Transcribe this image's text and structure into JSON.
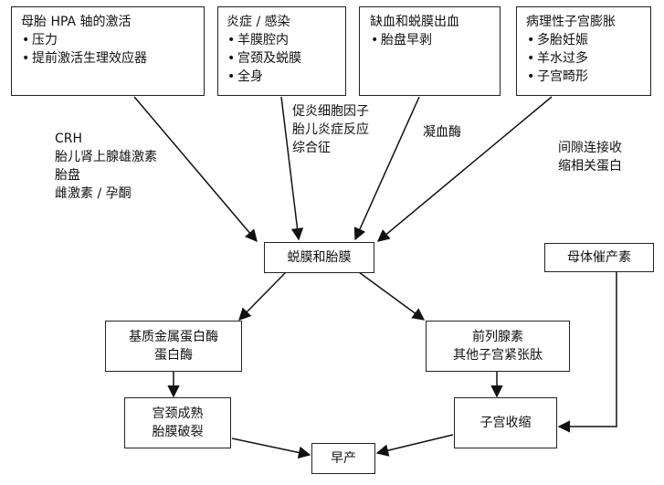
{
  "causes": [
    {
      "title": "母胎 HPA 轴的激活",
      "items": [
        "压力",
        "提前激活生理效应器"
      ]
    },
    {
      "title": "炎症 / 感染",
      "items": [
        "羊膜腔内",
        "宫颈及蜕膜",
        "全身"
      ]
    },
    {
      "title": "缺血和蜕膜出血",
      "items": [
        "胎盘早剥"
      ]
    },
    {
      "title": "病理性子宫膨胀",
      "items": [
        "多胎妊娠",
        "羊水过多",
        "子宫畸形"
      ]
    }
  ],
  "edge_labels": {
    "hpa": [
      "CRH",
      "胎儿肾上腺雄激素",
      "胎盘",
      "雌激素 / 孕酮"
    ],
    "inflammation": [
      "促炎细胞因子",
      "胎儿炎症反应",
      "综合征"
    ],
    "ischemia": [
      "凝血酶"
    ],
    "distension": [
      "间隙连接收",
      "缩相关蛋白"
    ]
  },
  "nodes": {
    "decidua": "蜕膜和胎膜",
    "maternal": "母体催产素",
    "mmp": [
      "基质金属蛋白酶",
      "蛋白酶"
    ],
    "pg": [
      "前列腺素",
      "其他子宫紧张肽"
    ],
    "cervix": [
      "宫颈成熟",
      "胎膜破裂"
    ],
    "contraction": "子宫收缩",
    "preterm": "早产"
  }
}
